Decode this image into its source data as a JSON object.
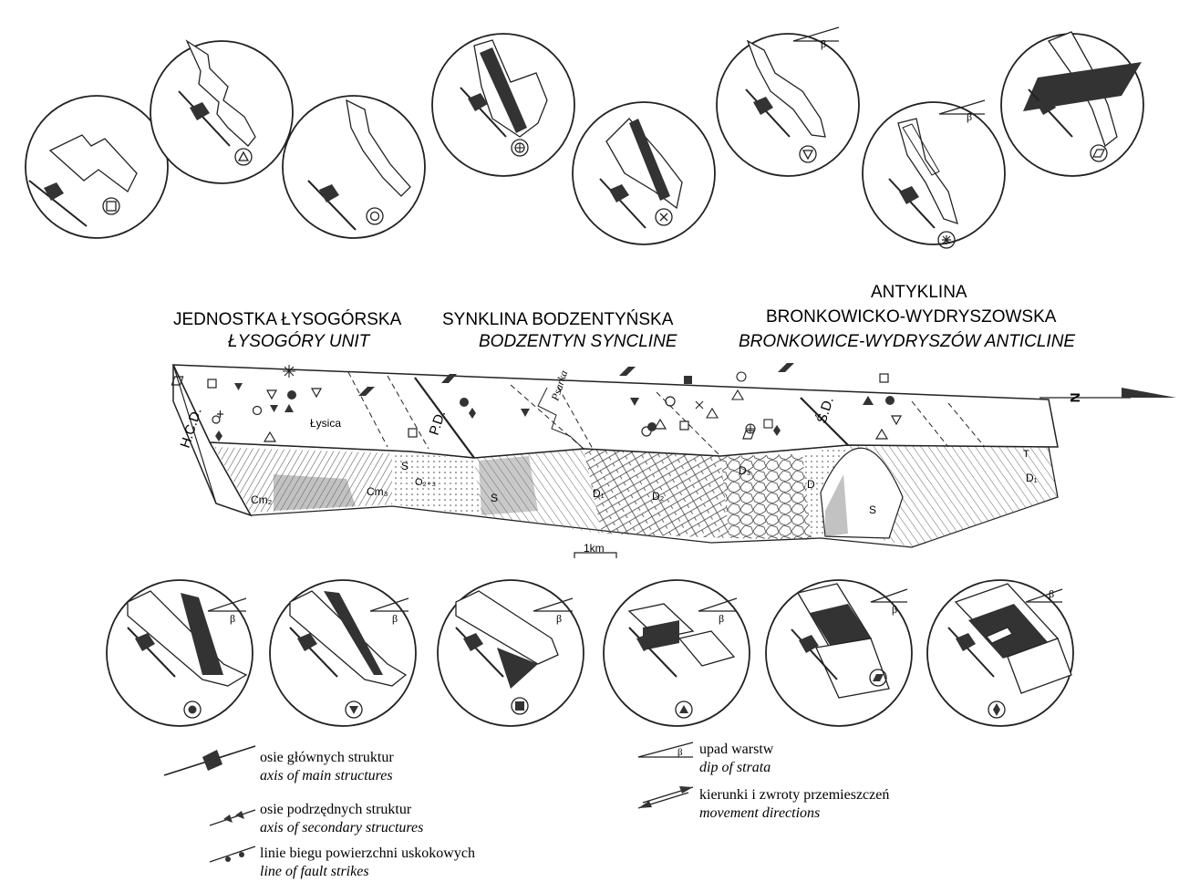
{
  "headings": {
    "lysogory_pl": "JEDNOSTKA  ŁYSOGÓRSKA",
    "lysogory_en": "ŁYSOGÓRY UNIT",
    "bodzentyn_pl": "SYNKLINA  BODZENTYŃSKA",
    "bodzentyn_en": "BODZENTYN SYNCLINE",
    "bronkowice_pl_1": "ANTYKLINA",
    "bronkowice_pl_2": "BRONKOWICKO-WYDRYSZOWSKA",
    "bronkowice_en": "BRONKOWICE-WYDRYSZÓW ANTICLINE"
  },
  "block": {
    "fault_hcd": "H.C.D.",
    "fault_pd": "P.D.",
    "fault_sd": "Ś.D.",
    "place_lysica": "Łysica",
    "river_psarka": "Psarka",
    "units": {
      "cm2": "Cm₂",
      "cm3": "Cm₃",
      "s_left": "S",
      "o23": "O₂₊₃",
      "s_small": "S",
      "d1": "D₁",
      "d2": "D₂",
      "d3": "D₃",
      "d_mid": "D",
      "s_core": "S",
      "t_right": "T",
      "d1_right": "D₁"
    },
    "scale_label": "1km",
    "north_label": "N"
  },
  "legend": {
    "main_axes_pl": "osie głównych struktur",
    "main_axes_en": "axis of main structures",
    "secondary_axes_pl": "osie podrzędnych struktur",
    "secondary_axes_en": "axis of secondary structures",
    "fault_lines_pl": "linie biegu powierzchni uskokowych",
    "fault_lines_en": "line of fault strikes",
    "dip_pl": "upad warstw",
    "dip_en": "dip of strata",
    "movement_pl": "kierunki i zwroty przemieszczeń",
    "movement_en": "movement directions"
  },
  "circles": {
    "beta": "β",
    "top_symbols": [
      "square",
      "triangle",
      "circle",
      "plus-circle",
      "cross",
      "triangle-down",
      "asterisk",
      "parallelogram"
    ],
    "bottom_symbols": [
      "filled-circle",
      "filled-triangle-down",
      "filled-square",
      "filled-triangle",
      "filled-parallelogram",
      "filled-diamond"
    ]
  },
  "colors": {
    "ink": "#222222",
    "fill": "#333333",
    "hatch": "#555555"
  }
}
